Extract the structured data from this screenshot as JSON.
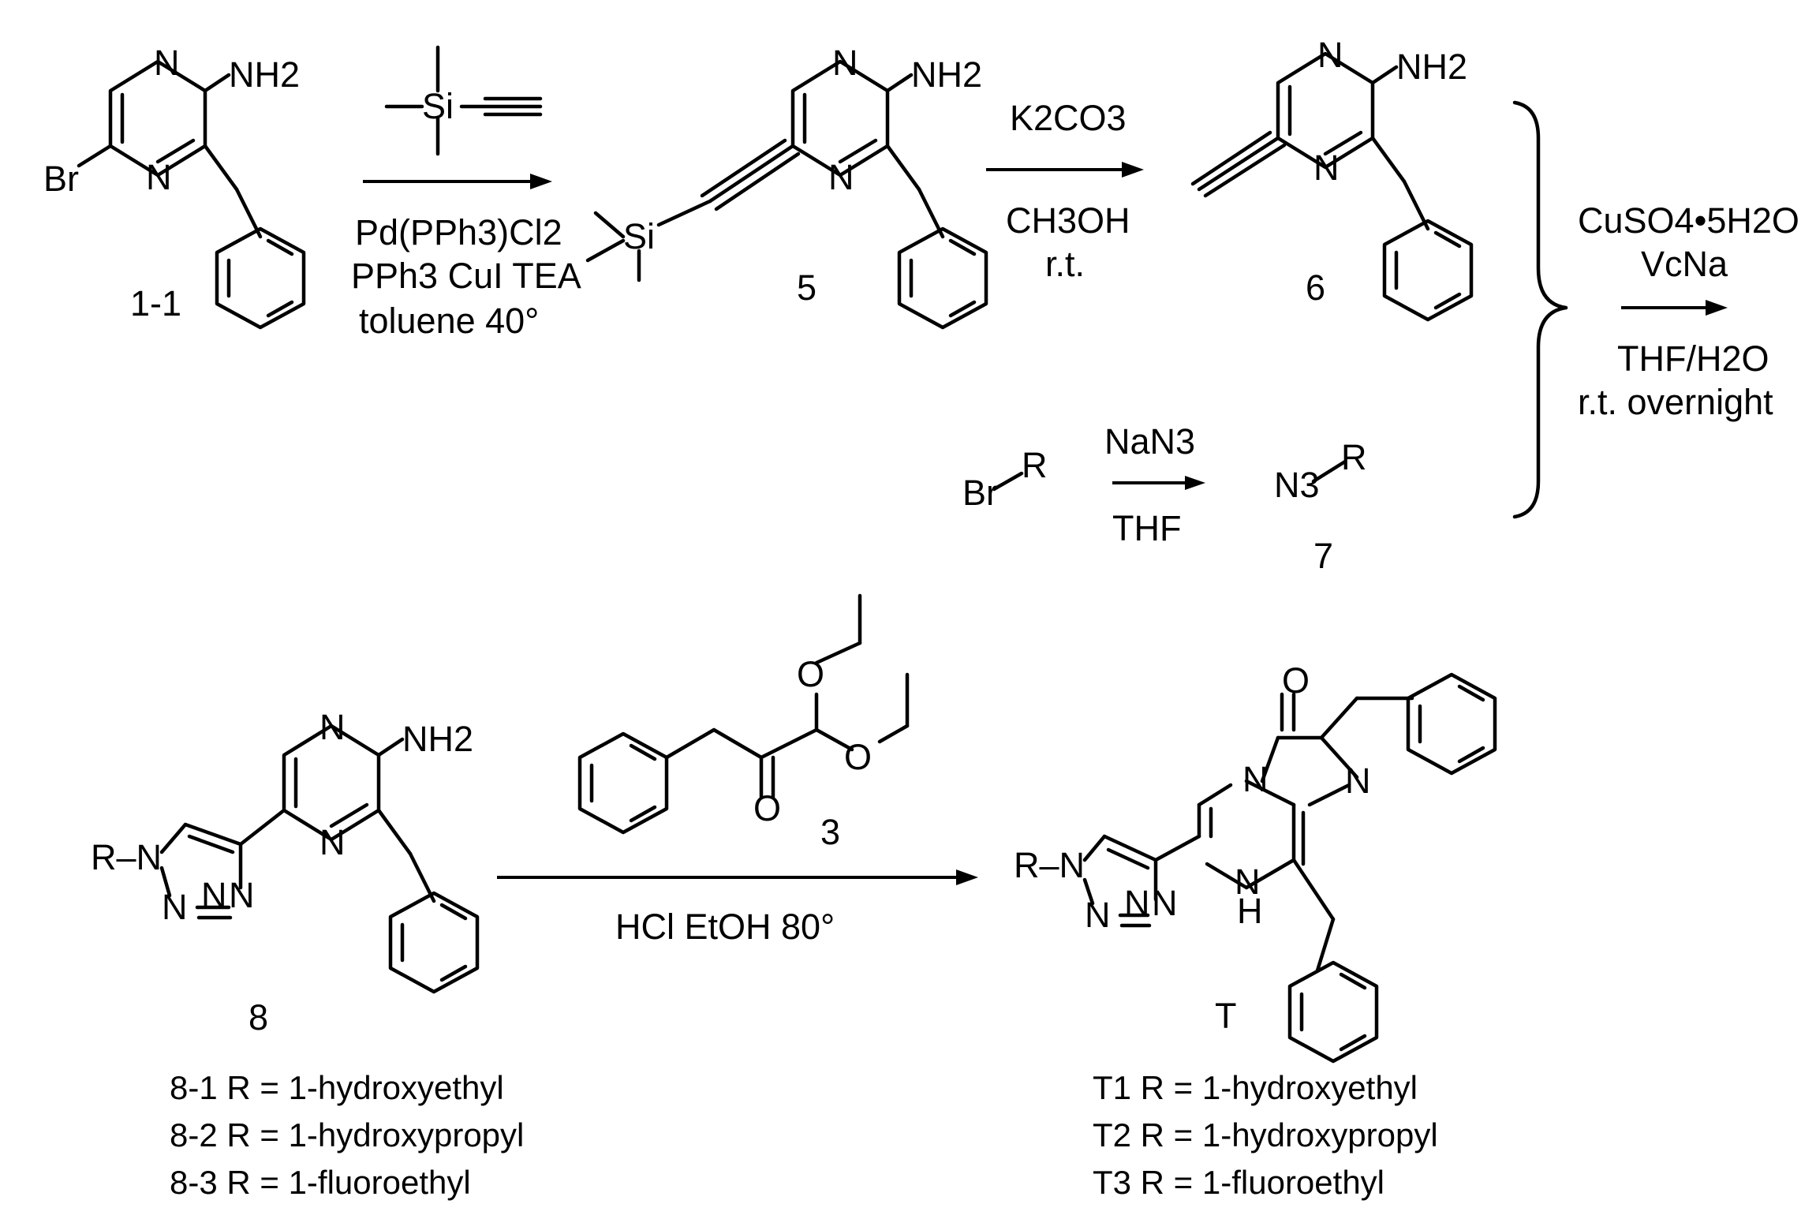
{
  "atoms": {
    "n": "N",
    "nh2": "NH2",
    "br": "Br",
    "si": "Si",
    "r": "R",
    "o": "O",
    "h": "H",
    "n3": "N3",
    "r_dash_n": "R–N"
  },
  "compounds": {
    "c1_1": "1-1",
    "c5": "5",
    "c6": "6",
    "c7": "7",
    "c3": "3",
    "c8": "8",
    "cT": "T"
  },
  "conditions": {
    "step1": [
      "Pd(PPh3)Cl2",
      "PPh3 CuI TEA",
      "toluene 40°"
    ],
    "step2_top": "K2CO3",
    "step2_bottom": [
      "CH3OH",
      "r.t."
    ],
    "step3_top": "NaN3",
    "step3_bottom": "THF",
    "step4_top": [
      "CuSO4•5H2O",
      "VcNa"
    ],
    "step4_bottom": [
      "THF/H2O",
      "r.t. overnight"
    ],
    "step5": "HCl  EtOH  80°"
  },
  "r_groups_8": [
    "8-1 R = 1-hydroxyethyl",
    "8-2 R = 1-hydroxypropyl",
    "8-3 R = 1-fluoroethyl"
  ],
  "r_groups_T": [
    "T1 R = 1-hydroxyethyl",
    "T2 R = 1-hydroxypropyl",
    "T3 R = 1-fluoroethyl"
  ]
}
